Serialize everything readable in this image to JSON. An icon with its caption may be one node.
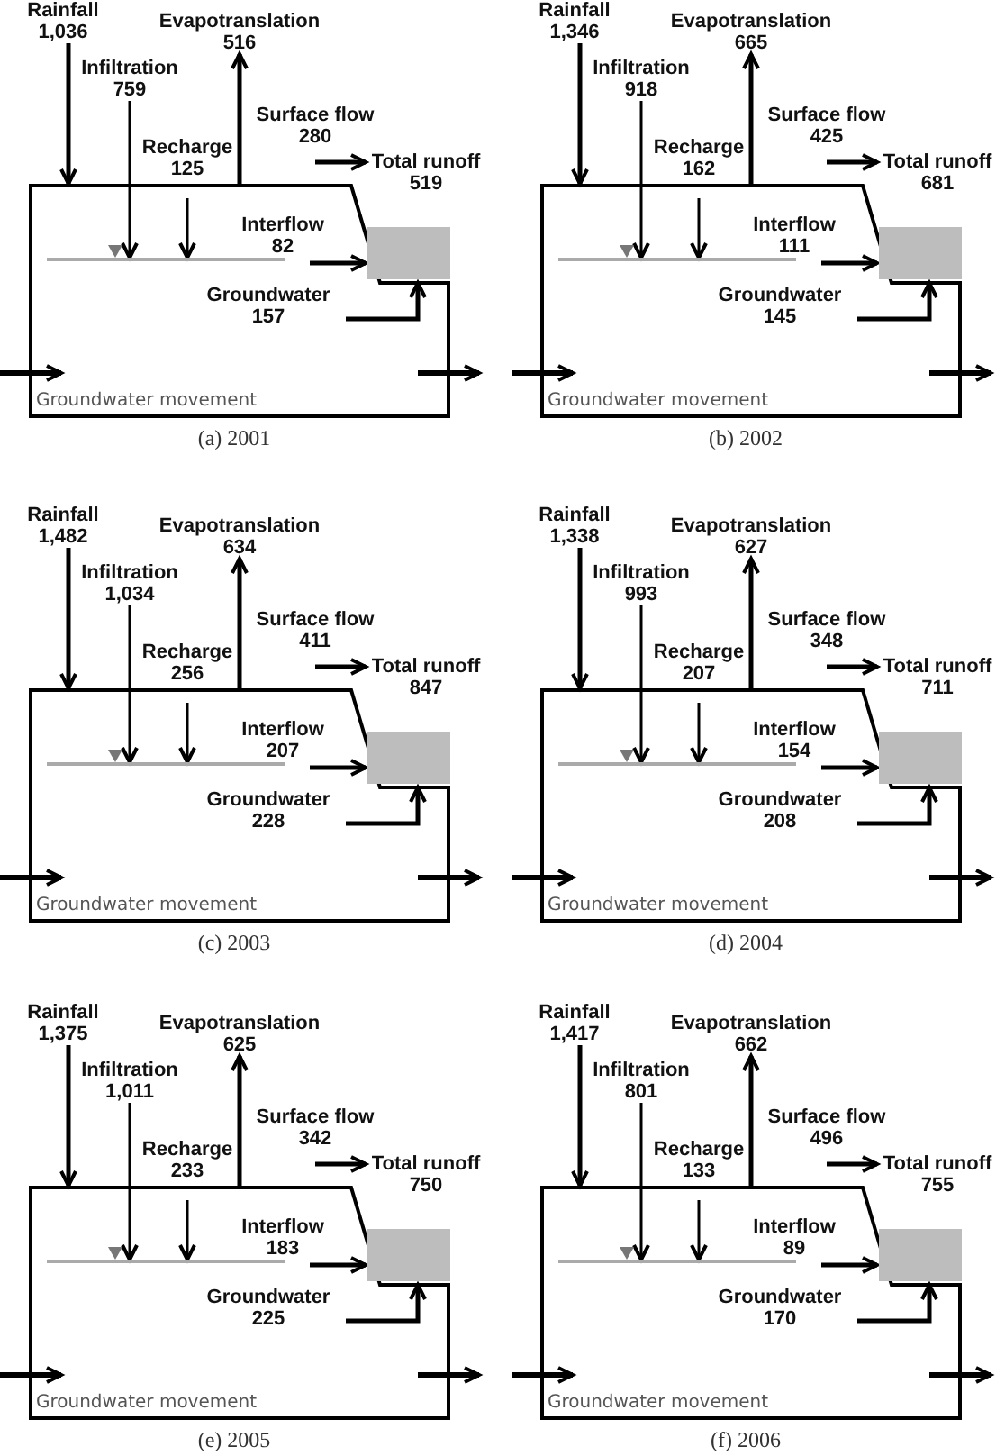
{
  "diagram": {
    "nodes": [
      {
        "text": [
          "Rainfall",
          "1,036"
        ]
      },
      {
        "text": [
          "Evapotranslation",
          "516"
        ]
      },
      {
        "text": [
          "Infiltration",
          "759"
        ]
      },
      {
        "text": [
          "Groundwater movement"
        ]
      },
      {
        "text": [],
        "shape": "bar",
        "in": 3
      },
      {
        "text": [
          "Total runoff",
          "519"
        ]
      },
      {
        "text": [
          "Rainfall",
          "1,346"
        ]
      },
      {
        "text": [
          "Evapotranslation",
          "665"
        ]
      },
      {
        "text": [
          "Infiltration",
          "918"
        ]
      },
      {
        "text": [
          "Groundwater movement"
        ]
      },
      {
        "text": [],
        "shape": "bar",
        "in": 9
      },
      {
        "text": [
          "Total runoff",
          "681"
        ]
      },
      {
        "text": [
          "Rainfall",
          "1,482"
        ]
      },
      {
        "text": [
          "Evapotranslation",
          "634"
        ]
      },
      {
        "text": [
          "Infiltration",
          "1,034"
        ]
      },
      {
        "text": [
          "Groundwater movement"
        ]
      },
      {
        "text": [],
        "shape": "bar",
        "in": 15
      },
      {
        "text": [
          "Total runoff",
          "847"
        ]
      },
      {
        "text": [
          "Rainfall",
          "1,338"
        ]
      },
      {
        "text": [
          "Evapotranslation",
          "627"
        ]
      },
      {
        "text": [
          "Infiltration",
          "993"
        ]
      },
      {
        "text": [
          "Groundwater movement"
        ]
      },
      {
        "text": [],
        "shape": "bar",
        "in": 21
      },
      {
        "text": [
          "Total runoff",
          "711"
        ]
      },
      {
        "text": [
          "Rainfall",
          "1,375"
        ]
      },
      {
        "text": [
          "Evapotranslation",
          "625"
        ]
      },
      {
        "text": [
          "Infiltration",
          "1,011"
        ]
      },
      {
        "text": [
          "Groundwater movement"
        ]
      },
      {
        "text": [],
        "shape": "bar",
        "in": 27
      },
      {
        "text": [
          "Total runoff",
          "750"
        ]
      },
      {
        "text": [
          "Rainfall",
          "1,417"
        ]
      },
      {
        "text": [
          "Evapotranslation",
          "662"
        ]
      },
      {
        "text": [
          "Infiltration",
          "801"
        ]
      },
      {
        "text": [
          "Groundwater movement"
        ]
      },
      {
        "text": [],
        "shape": "bar",
        "in": 33
      },
      {
        "text": [
          "Total runoff",
          "755"
        ]
      }
    ],
    "edges": [
      {
        "from": 0,
        "to": 3,
        "arrow": "to"
      },
      {
        "from": 3,
        "to": 1,
        "arrow": "to"
      },
      {
        "from": 2,
        "to": 4,
        "arrow": "to"
      },
      {
        "from": null,
        "to": 4,
        "arrow": "to",
        "label": "Recharge 125"
      },
      {
        "from": null,
        "to": 5,
        "arrow": "to",
        "label": "Surface flow 280"
      },
      {
        "from": null,
        "to": 5,
        "arrow": "to",
        "label": "Interflow 82"
      },
      {
        "from": null,
        "to": 5,
        "arrow": "to",
        "label": "Groundwater 157"
      },
      {
        "from": 6,
        "to": 9,
        "arrow": "to"
      },
      {
        "from": 9,
        "to": 7,
        "arrow": "to"
      },
      {
        "from": 8,
        "to": 10,
        "arrow": "to"
      },
      {
        "from": null,
        "to": 10,
        "arrow": "to",
        "label": "Recharge 162"
      },
      {
        "from": null,
        "to": 11,
        "arrow": "to",
        "label": "Surface flow 425"
      },
      {
        "from": null,
        "to": 11,
        "arrow": "to",
        "label": "Interflow 111"
      },
      {
        "from": null,
        "to": 11,
        "arrow": "to",
        "label": "Groundwater 145"
      },
      {
        "from": 12,
        "to": 15,
        "arrow": "to"
      },
      {
        "from": 15,
        "to": 13,
        "arrow": "to"
      },
      {
        "from": 14,
        "to": 16,
        "arrow": "to"
      },
      {
        "from": null,
        "to": 16,
        "arrow": "to",
        "label": "Recharge 256"
      },
      {
        "from": null,
        "to": 17,
        "arrow": "to",
        "label": "Surface flow 411"
      },
      {
        "from": null,
        "to": 17,
        "arrow": "to",
        "label": "Interflow 207"
      },
      {
        "from": null,
        "to": 17,
        "arrow": "to",
        "label": "Groundwater 228"
      },
      {
        "from": 18,
        "to": 21,
        "arrow": "to"
      },
      {
        "from": 21,
        "to": 19,
        "arrow": "to"
      },
      {
        "from": 20,
        "to": 22,
        "arrow": "to"
      },
      {
        "from": null,
        "to": 22,
        "arrow": "to",
        "label": "Recharge 207"
      },
      {
        "from": null,
        "to": 23,
        "arrow": "to",
        "label": "Surface flow 348"
      },
      {
        "from": null,
        "to": 23,
        "arrow": "to",
        "label": "Interflow 154"
      },
      {
        "from": null,
        "to": 23,
        "arrow": "to",
        "label": "Groundwater 208"
      },
      {
        "from": 24,
        "to": 27,
        "arrow": "to"
      },
      {
        "from": 27,
        "to": 25,
        "arrow": "to"
      },
      {
        "from": 26,
        "to": 28,
        "arrow": "to"
      },
      {
        "from": null,
        "to": 28,
        "arrow": "to",
        "label": "Recharge 233"
      },
      {
        "from": null,
        "to": 29,
        "arrow": "to",
        "label": "Surface flow 342"
      },
      {
        "from": null,
        "to": 29,
        "arrow": "to",
        "label": "Interflow 183"
      },
      {
        "from": null,
        "to": 29,
        "arrow": "to",
        "label": "Groundwater 225"
      },
      {
        "from": 30,
        "to": 33,
        "arrow": "to"
      },
      {
        "from": 33,
        "to": 31,
        "arrow": "to"
      },
      {
        "from": 32,
        "to": 34,
        "arrow": "to"
      },
      {
        "from": null,
        "to": 34,
        "arrow": "to",
        "label": "Recharge 133"
      },
      {
        "from": null,
        "to": 35,
        "arrow": "to",
        "label": "Surface flow 496"
      },
      {
        "from": null,
        "to": 35,
        "arrow": "to",
        "label": "Interflow 89"
      },
      {
        "from": null,
        "to": 35,
        "arrow": "to",
        "label": "Groundwater 170"
      }
    ],
    "labels": [
      "(a) 2001",
      "(b) 2002",
      "(c) 2003",
      "(d) 2004",
      "(e) 2005",
      "(f) 2006"
    ]
  }
}
